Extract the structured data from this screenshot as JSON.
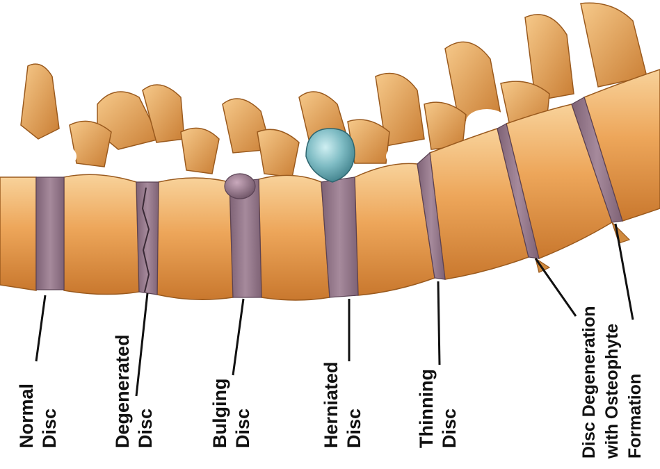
{
  "labels": {
    "normal": [
      "Normal",
      "Disc"
    ],
    "degenerated": [
      "Degenerated",
      "Disc"
    ],
    "bulging": [
      "Bulging",
      "Disc"
    ],
    "herniated": [
      "Herniated",
      "Disc"
    ],
    "thinning": [
      "Thinning",
      "Disc"
    ],
    "osteophyte": [
      "Disc Degeneration",
      "with Osteophyte",
      "Formation"
    ]
  },
  "colors": {
    "bone": "#E8A050",
    "bone_light": "#F6C98A",
    "bone_dark": "#B86A24",
    "disc": "#9A7A8E",
    "disc_dark": "#6E5466",
    "herniation": "#6FAFB8",
    "leader": "#111111"
  }
}
